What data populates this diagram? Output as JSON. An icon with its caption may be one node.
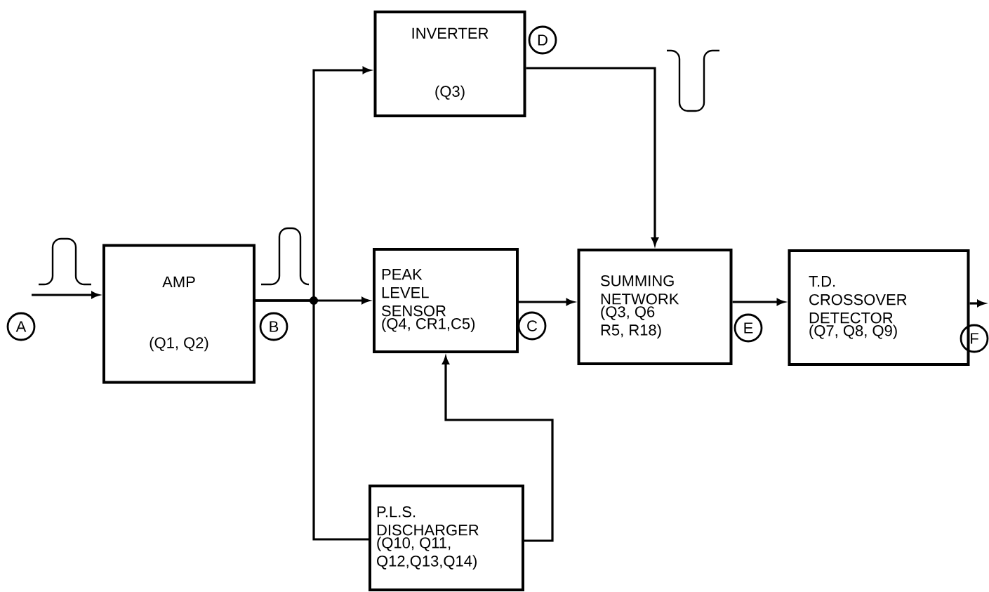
{
  "diagram": {
    "nodes": [
      {
        "text": [
          "AMP",
          "(Q1, Q2)"
        ]
      },
      {
        "text": [
          "INVERTER",
          "(Q3)"
        ]
      },
      {
        "text": [
          "PEAK LEVEL SENSOR",
          "(Q4, CR1,C5)"
        ]
      },
      {
        "text": [
          "SUMMING NETWORK",
          "(Q3, Q6 R5, R18)"
        ]
      },
      {
        "text": [
          "T.D. CROSSOVER DETECTOR",
          "(Q7, Q8, Q9)"
        ]
      },
      {
        "text": [
          "P.L.S. DISCHARGER",
          "(Q10, Q11, Q12,Q13,Q14)"
        ]
      },
      {
        "text": [
          "A"
        ]
      },
      {
        "text": [
          "B"
        ]
      },
      {
        "text": [
          "C"
        ]
      },
      {
        "text": [
          "D"
        ]
      },
      {
        "text": [
          "E"
        ]
      },
      {
        "text": [
          "F"
        ]
      }
    ],
    "edges": [
      {
        "from": null,
        "to": 0,
        "arrow": "to"
      },
      {
        "from": 0,
        "to": 1,
        "arrow": "to"
      },
      {
        "from": 0,
        "to": 2,
        "arrow": "to"
      },
      {
        "from": 0,
        "to": 5,
        "arrow": "none"
      },
      {
        "from": 1,
        "to": 3,
        "arrow": "to"
      },
      {
        "from": 2,
        "to": 3,
        "arrow": "to"
      },
      {
        "from": 5,
        "to": 2,
        "arrow": "to"
      },
      {
        "from": 3,
        "to": 4,
        "arrow": "to"
      },
      {
        "from": 4,
        "to": null,
        "arrow": "to"
      }
    ]
  }
}
